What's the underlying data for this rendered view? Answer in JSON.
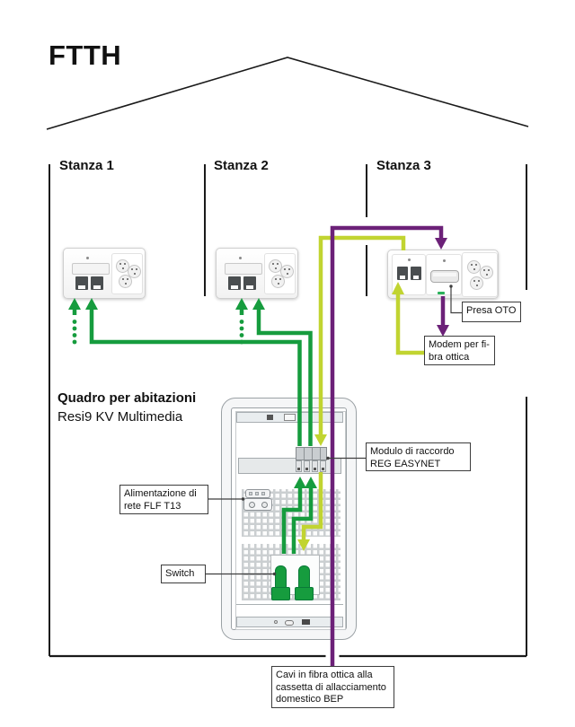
{
  "title": "FTTH",
  "rooms": [
    {
      "label": "Stanza 1"
    },
    {
      "label": "Stanza 2"
    },
    {
      "label": "Stanza 3"
    }
  ],
  "panel": {
    "title": "Quadro per abitazioni",
    "subtitle": "Resi9 KV Multimedia"
  },
  "labels": {
    "presa_oto": {
      "lines": [
        "Presa OTO"
      ]
    },
    "modem": {
      "lines": [
        "Modem per fi-",
        "bra ottica"
      ]
    },
    "reg": {
      "lines": [
        "Modulo di raccordo",
        "REG EASYNET"
      ]
    },
    "alimentazione": {
      "lines": [
        "Alimentazione di",
        "rete FLF T13"
      ]
    },
    "switch": {
      "lines": [
        "Switch"
      ]
    },
    "bep": {
      "lines": [
        "Cavi in fibra ottica alla",
        "cassetta di allacciamento",
        "domestico BEP"
      ]
    }
  },
  "colors": {
    "ethernet_green": "#169c3e",
    "fiber_patch_lime": "#c1d431",
    "fiber_purple": "#6c2178",
    "line_black": "#1a1a1a"
  }
}
